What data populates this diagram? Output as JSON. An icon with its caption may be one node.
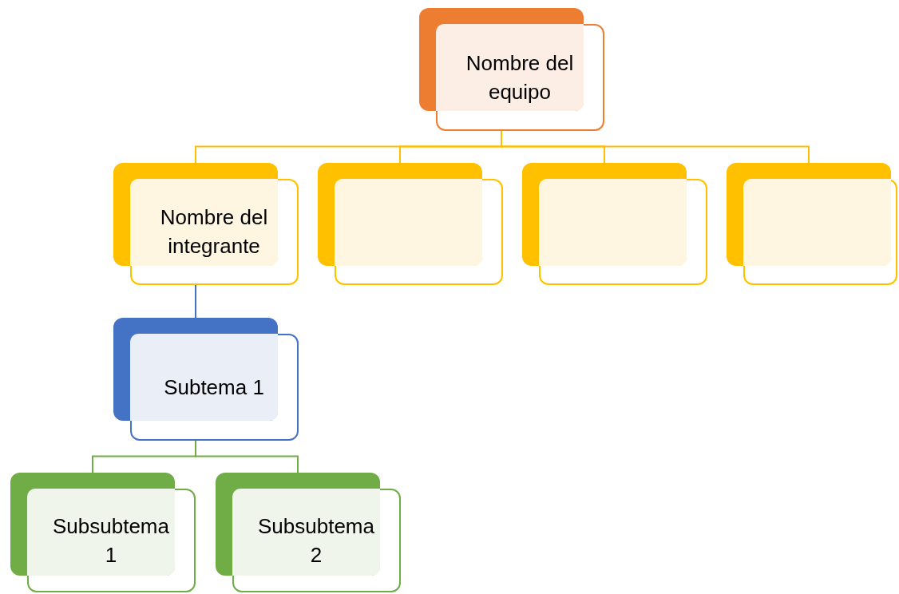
{
  "diagram": {
    "nodes": [
      {
        "text": [
          "Nombre del equipo"
        ]
      },
      {
        "text": [
          "Nombre del integrante"
        ]
      },
      {
        "text": [],
        "shape": "box"
      },
      {
        "text": [],
        "shape": "box"
      },
      {
        "text": [],
        "shape": "box"
      },
      {
        "text": [
          "Subtema 1"
        ]
      },
      {
        "text": [
          "Subsubtema 1"
        ]
      },
      {
        "text": [
          "Subsubtema 2"
        ]
      }
    ],
    "edges": [
      {
        "from": 0,
        "to": 1,
        "arrow": "none"
      },
      {
        "from": 0,
        "to": 2,
        "arrow": "none"
      },
      {
        "from": 0,
        "to": 3,
        "arrow": "none"
      },
      {
        "from": 0,
        "to": 4,
        "arrow": "none"
      },
      {
        "from": 1,
        "to": 5,
        "arrow": "none",
        "color": "#4472c4"
      },
      {
        "from": 5,
        "to": 6,
        "arrow": "none",
        "color": "#70ad47"
      },
      {
        "from": 5,
        "to": 7,
        "arrow": "none",
        "color": "#70ad47"
      }
    ]
  }
}
